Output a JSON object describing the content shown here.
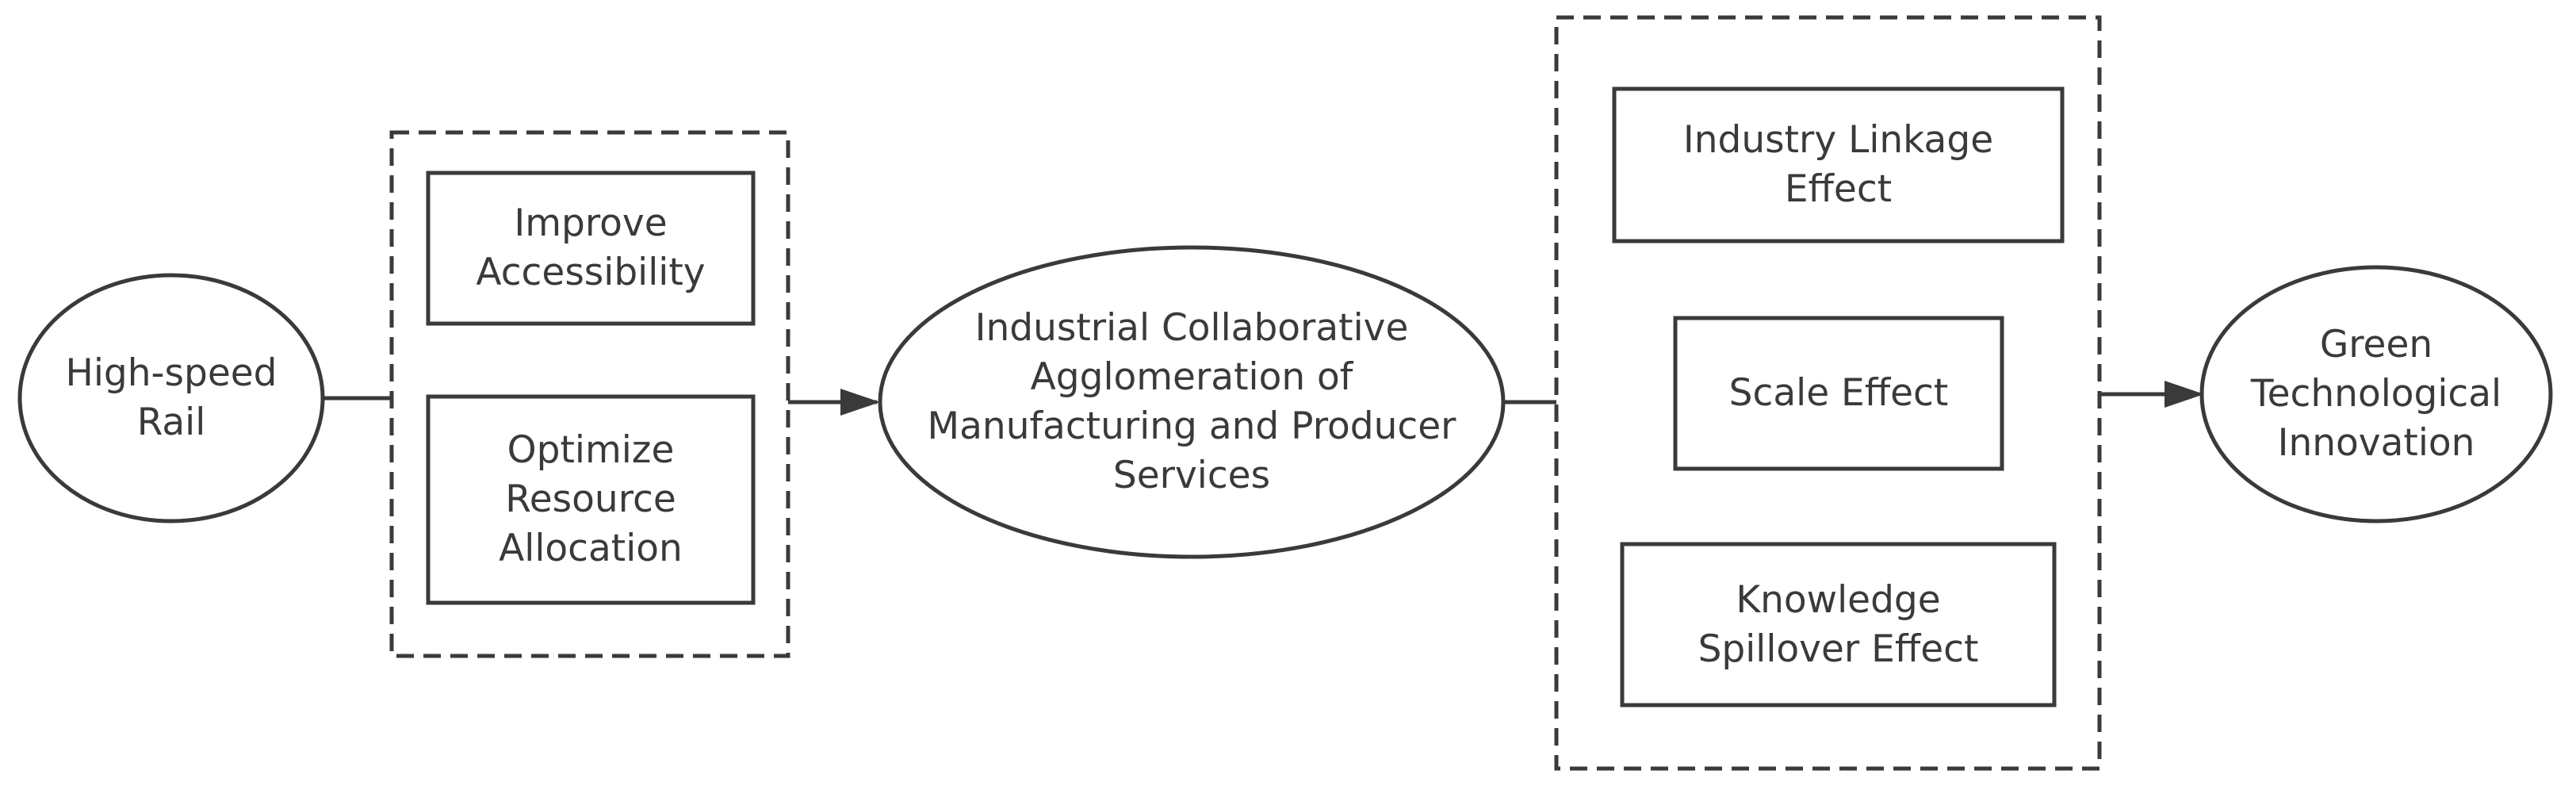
{
  "diagram": {
    "start": {
      "lines": [
        "High-speed",
        "Rail"
      ]
    },
    "mechanisms_group": [
      {
        "lines": [
          "Improve",
          "Accessibility"
        ]
      },
      {
        "lines": [
          "Optimize",
          "Resource",
          "Allocation"
        ]
      }
    ],
    "middle": {
      "lines": [
        "Industrial Collaborative",
        "Agglomeration of",
        "Manufacturing and Producer",
        "Services"
      ]
    },
    "effects_group": [
      {
        "lines": [
          "Industry Linkage",
          "Effect"
        ]
      },
      {
        "lines": [
          "Scale Effect"
        ]
      },
      {
        "lines": [
          "Knowledge",
          "Spillover Effect"
        ]
      }
    ],
    "end": {
      "lines": [
        "Green",
        "Technological",
        "Innovation"
      ]
    }
  }
}
